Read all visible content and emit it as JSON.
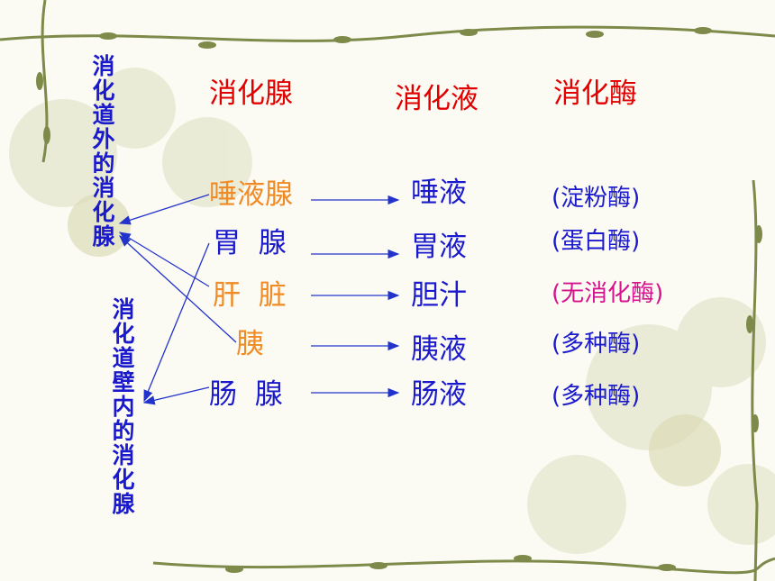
{
  "side_labels": {
    "outside": "消化道外的消化腺",
    "inside": "消化道壁内的消化腺"
  },
  "headers": {
    "gland": "消化腺",
    "juice": "消化液",
    "enzyme": "消化酶"
  },
  "rows": [
    {
      "gland": "唾液腺",
      "juice": "唾液",
      "enzyme": "(淀粉酶)",
      "gland_color": "#f08a24",
      "enzyme_color": "#1a1acc"
    },
    {
      "gland": "胃  腺",
      "juice": "胃液",
      "enzyme": "(蛋白酶)",
      "gland_color": "#1a1acc",
      "enzyme_color": "#1a1acc"
    },
    {
      "gland": "肝  脏",
      "juice": "胆汁",
      "enzyme": "(无消化酶)",
      "gland_color": "#f08a24",
      "enzyme_color": "#d4148c"
    },
    {
      "gland": "胰",
      "juice": "胰液",
      "enzyme": "(多种酶)",
      "gland_color": "#f08a24",
      "enzyme_color": "#1a1acc"
    },
    {
      "gland": "肠  腺",
      "juice": "肠液",
      "enzyme": "(多种酶)",
      "gland_color": "#1a1acc",
      "enzyme_color": "#1a1acc"
    }
  ],
  "colors": {
    "header": "#e00000",
    "text_blue": "#1a1acc",
    "arrow": "#2233cc",
    "vine": "#7d8a4a",
    "background": "#fbfaf3"
  }
}
